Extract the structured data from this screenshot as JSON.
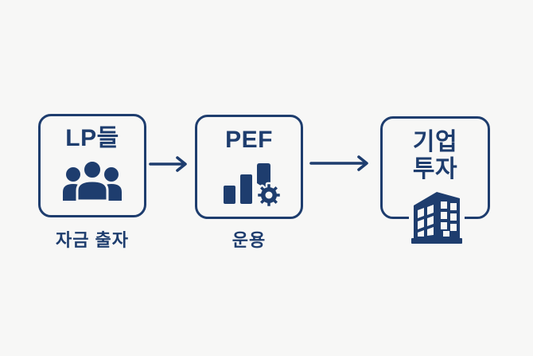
{
  "colors": {
    "accent": "#1e3d6e",
    "background": "#f7f7f6"
  },
  "diagram": {
    "nodes": [
      {
        "id": "lp",
        "title": "LP들",
        "icon": "people-group-icon",
        "caption": "자금 출자"
      },
      {
        "id": "pef",
        "title": "PEF",
        "icon": "bar-chart-gear-icon",
        "caption": "운용"
      },
      {
        "id": "corp-investment",
        "title": "기업\n투자",
        "icon": "building-icon",
        "caption": ""
      }
    ],
    "connectors": [
      {
        "from": "lp",
        "to": "pef",
        "type": "right-arrow"
      },
      {
        "from": "pef",
        "to": "corp-investment",
        "type": "right-arrow"
      }
    ]
  }
}
